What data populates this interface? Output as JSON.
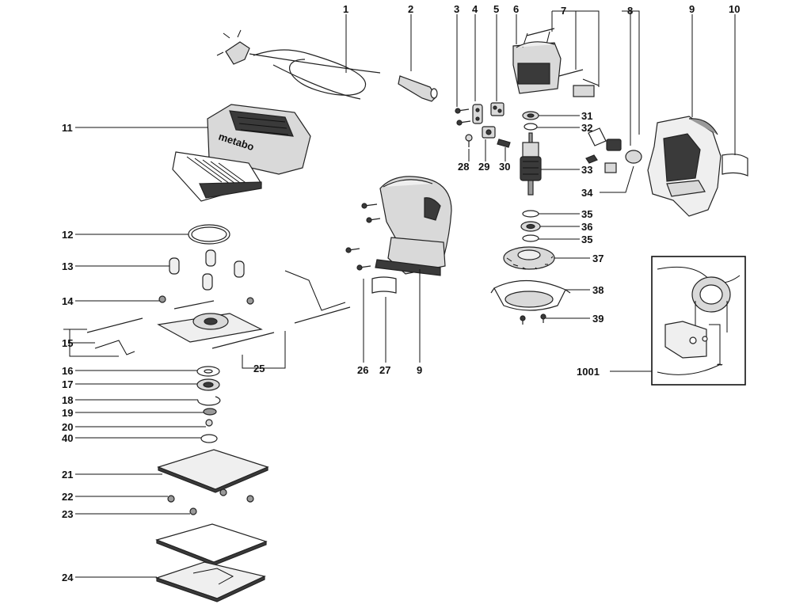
{
  "diagram": {
    "callouts": {
      "p1": "1",
      "p2": "2",
      "p3": "3",
      "p4": "4",
      "p5": "5",
      "p6": "6",
      "p7": "7",
      "p8": "8",
      "p9_top": "9",
      "p10": "10",
      "p11": "11",
      "p12": "12",
      "p13": "13",
      "p14": "14",
      "p15": "15",
      "p16": "16",
      "p17": "17",
      "p18": "18",
      "p19": "19",
      "p20": "20",
      "p40": "40",
      "p21": "21",
      "p22": "22",
      "p23": "23",
      "p24": "24",
      "p25": "25",
      "p26": "26",
      "p27": "27",
      "p9_bottom": "9",
      "p28": "28",
      "p29": "29",
      "p30": "30",
      "p31": "31",
      "p32": "32",
      "p33": "33",
      "p34": "34",
      "p35a": "35",
      "p36": "36",
      "p35b": "35",
      "p37": "37",
      "p38": "38",
      "p39": "39",
      "p1001": "1001"
    },
    "brand_mark": "metabo"
  }
}
